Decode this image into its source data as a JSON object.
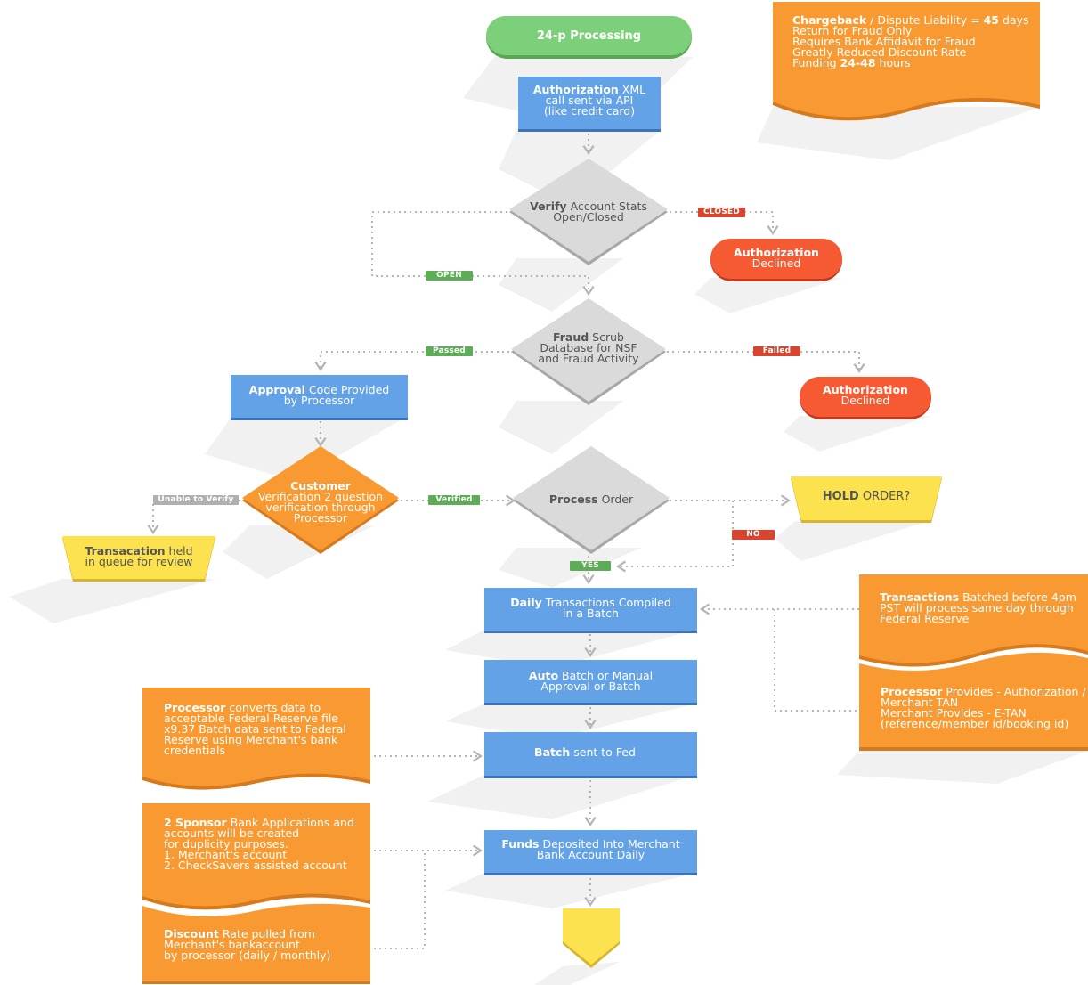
{
  "colors": {
    "green": "#6cc468",
    "blue": "#5b9be0",
    "orange": "#f59a30",
    "red": "#f2542f",
    "yellow": "#fde04c",
    "gray": "#d9d9d9"
  },
  "start": {
    "label": "24-p Processing"
  },
  "authorization": {
    "bold": "Authorization",
    "rest1": " XML",
    "line2": "call sent via API",
    "line3": "(like credit card)"
  },
  "verify": {
    "bold": "Verify",
    "rest1": " Account Stats",
    "line2": "Open/Closed"
  },
  "fraud": {
    "bold": "Fraud",
    "rest1": " Scrub",
    "line2": "Database for NSF",
    "line3": "and Fraud Activity"
  },
  "declined1": {
    "bold": "Authorization",
    "line2": "Declined"
  },
  "declined2": {
    "bold": "Authorization",
    "line2": "Declined"
  },
  "approval": {
    "bold": "Approval",
    "rest1": " Code Provided",
    "line2": "by Processor"
  },
  "customer": {
    "bold": "Customer",
    "line2": "Verification 2 question",
    "line3": "verification through",
    "line4": "Processor"
  },
  "held": {
    "bold": "Transacation",
    "rest1": " held",
    "line2": "in queue for review"
  },
  "process": {
    "bold": "Process",
    "rest1": " Order"
  },
  "hold": {
    "bold": "HOLD",
    "rest1": " ORDER?"
  },
  "daily": {
    "bold": "Daily",
    "rest1": " Transactions Compiled",
    "line2": "in a Batch"
  },
  "auto": {
    "bold": "Auto",
    "rest1": " Batch or Manual",
    "line2": "Approval or Batch"
  },
  "batch": {
    "bold": "Batch",
    "rest1": " sent to Fed"
  },
  "funds": {
    "bold": "Funds",
    "rest1": " Deposited Into Merchant",
    "line2": "Bank Account Daily"
  },
  "tags": {
    "closed": "CLOSED",
    "open": "OPEN",
    "passed": "Passed",
    "failed": "Failed",
    "unable": "Unable to Verify",
    "verified": "Verified",
    "no": "NO",
    "yes": "YES"
  },
  "notes": {
    "chargeback": {
      "bold1": "Chargeback",
      "rest1": " / Dispute Liability = ",
      "bold1b": "45",
      "rest1b": " days",
      "line2": "Return for Fraud Only",
      "line3": "Requires Bank Affidavit for Fraud",
      "line4": "Greatly Reduced Discount Rate",
      "line5a": "Funding ",
      "line5b": "24-48",
      "line5c": " hours"
    },
    "transactions": {
      "bold": "Transactions",
      "rest1": " Batched before 4pm",
      "line2": "PST will process same day through",
      "line3": "Federal Reserve"
    },
    "processor_tan": {
      "bold": "Processor",
      "rest1": " Provides - Authorization /",
      "line2": "Merchant TAN",
      "line3": "Merchant Provides - E-TAN",
      "line4": "(reference/member id/booking id)"
    },
    "processor_convert": {
      "bold": "Processor",
      "rest1": " converts data to",
      "line2": "acceptable Federal Reserve file",
      "line3": "x9.37 Batch data sent to Federal",
      "line4": "Reserve using  Merchant's bank",
      "line5": "credentials"
    },
    "sponsor": {
      "bold": "2 Sponsor",
      "rest1": " Bank Applications and",
      "line2": "accounts will be created",
      "line3": "for duplicity purposes.",
      "line4": "1. Merchant's account",
      "line5": "2. CheckSavers assisted account"
    },
    "discount": {
      "bold": "Discount",
      "rest1": " Rate pulled from",
      "line2": "Merchant's bankaccount",
      "line3": "by processor (daily / monthly)"
    }
  }
}
